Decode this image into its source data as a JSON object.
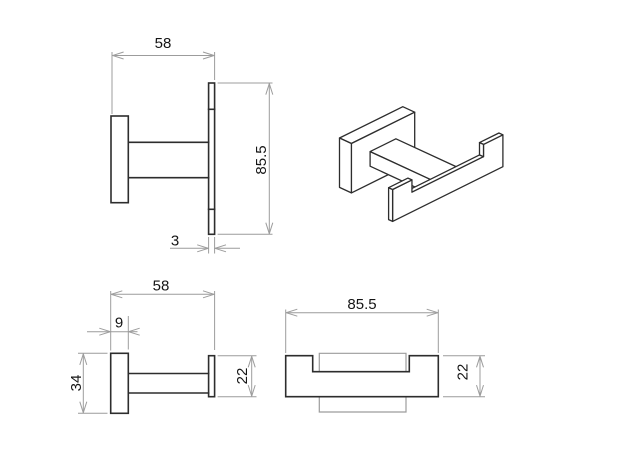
{
  "drawing": {
    "type": "technical-orthographic-drawing",
    "subject": "double-robe-hook",
    "background_color": "#ffffff",
    "object_line_color": "#2d2d2d",
    "dimension_line_color": "#9c9c9c",
    "text_color": "#151515"
  },
  "views": {
    "top_view": {
      "dims": {
        "depth": "58",
        "bar_length": "85.5",
        "bar_thickness": "3"
      }
    },
    "isometric_view": {},
    "side_view": {
      "dims": {
        "depth": "58",
        "wall_plate_depth": "9",
        "wall_plate_height": "34",
        "bar_height": "22"
      }
    },
    "front_view": {
      "dims": {
        "bar_length": "85.5",
        "bar_height": "22"
      }
    }
  }
}
